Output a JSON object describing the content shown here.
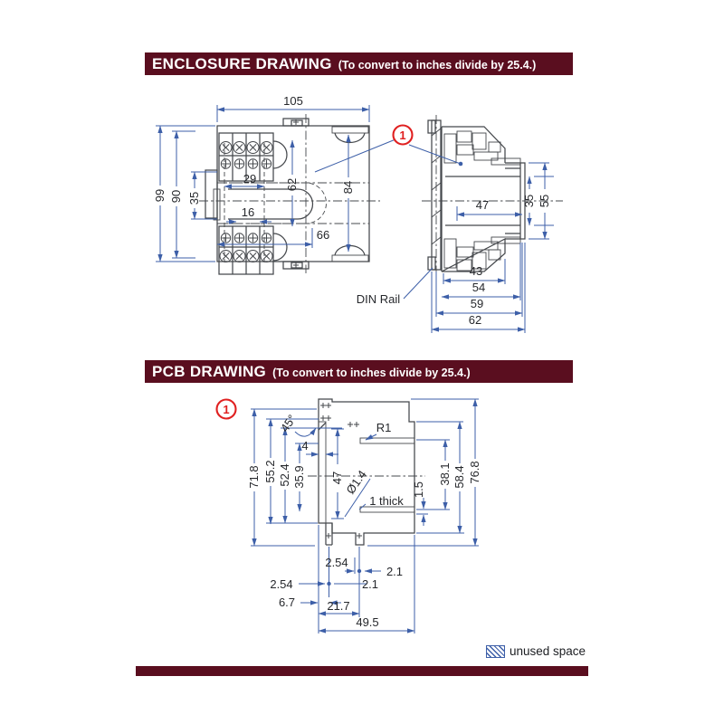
{
  "headers": {
    "enclosure": {
      "title": "ENCLOSURE DRAWING",
      "subtitle": "(To convert to inches divide by 25.4.)"
    },
    "pcb": {
      "title": "PCB DRAWING",
      "subtitle": "(To convert to inches divide by 25.4.)"
    }
  },
  "colors": {
    "banner": "#5a0e1f",
    "dimension_blue": "#3d5fa8",
    "callout_red": "#e02020",
    "drawing_line": "#45484c"
  },
  "enclosure": {
    "callout": "1",
    "din_rail_label": "DIN Rail",
    "front": {
      "w": "105",
      "h": "99",
      "h2": "90",
      "h3": "35",
      "iw": "29",
      "iw2": "16",
      "v1": "62",
      "v2": "84",
      "bw": "66"
    },
    "side": {
      "v1": "35",
      "v2": "55",
      "d": "47",
      "b1": "43",
      "b2": "54",
      "b3": "59",
      "b4": "62"
    }
  },
  "pcb": {
    "callout": "1",
    "chamfer": "45°",
    "fillet": "R1",
    "strip": "4",
    "h1": "71.8",
    "h2": "55.2",
    "h3": "52.4",
    "h4": "35.9",
    "h5": "47",
    "hole": "Ø1.4",
    "note": "1 thick",
    "r1": "1.5",
    "r2": "38.1",
    "r3": "58.4",
    "r4": "76.8",
    "p1": "2.54",
    "p2": "2.1",
    "p3": "2.54",
    "p4": "2.1",
    "b1": "6.7",
    "b2": "21.7",
    "b3": "49.5"
  },
  "legend": {
    "label": "unused space"
  }
}
